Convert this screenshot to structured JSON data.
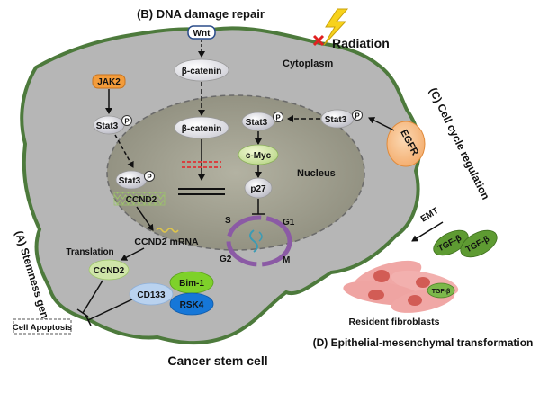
{
  "sections": {
    "dna_repair": "(B) DNA damage repair",
    "cell_cycle": "(C) Cell cycle regulation",
    "stemness": "(A) Stemness gene",
    "emt": "(D) Epithelial-mesenchymal transformation"
  },
  "labels": {
    "radiation": "Radiation",
    "cytoplasm": "Cytoplasm",
    "nucleus": "Nucleus",
    "cancer_stem_cell": "Cancer stem cell",
    "resident_fibroblasts": "Resident fibroblasts",
    "translation": "Translation",
    "emt_short": "EMT",
    "cell_apoptosis": "Cell Apoptosis"
  },
  "nodes": {
    "wnt": "Wnt",
    "beta_catenin_cyto": "β-catenin",
    "beta_catenin_nuc": "β-catenin",
    "jak2": "JAK2",
    "stat3_cyto": "Stat3",
    "stat3_nuc_left": "Stat3",
    "stat3_nuc_mid": "Stat3",
    "stat3_right": "Stat3",
    "phospho": "P",
    "ccnd2_gene": "CCND2",
    "ccnd2_mrna": "CCND2 mRNA",
    "ccnd2_protein": "CCND2",
    "cmyc": "c-Myc",
    "p27": "p27",
    "egfr": "EGFR",
    "cd133": "CD133",
    "bim1": "Bim-1",
    "rsk4": "RSK4",
    "tgfb_1": "TGF-β",
    "tgfb_2": "TGF-β",
    "tgfb_3": "TGF-β"
  },
  "cell_cycle_phases": {
    "s": "S",
    "g1": "G1",
    "g2": "G2",
    "m": "M"
  },
  "colors": {
    "cell_fill": "#b4b4b4",
    "cell_border": "#4d7a3c",
    "nucleus_fill": "#9b9a8a",
    "jak2": "#f39c3b",
    "egfr": "#f6c08a",
    "ccnd2": "#cfe5a8",
    "bim1": "#7ed12a",
    "rsk4": "#1677d8",
    "cd133": "#b9d2ef",
    "tgfb": "#5e9b32",
    "fibroblast": "#f0a7a5",
    "fibroblast_nucleus": "#d25c55",
    "cycle_ring": "#8b5aa5",
    "dna_red": "#d94040"
  }
}
